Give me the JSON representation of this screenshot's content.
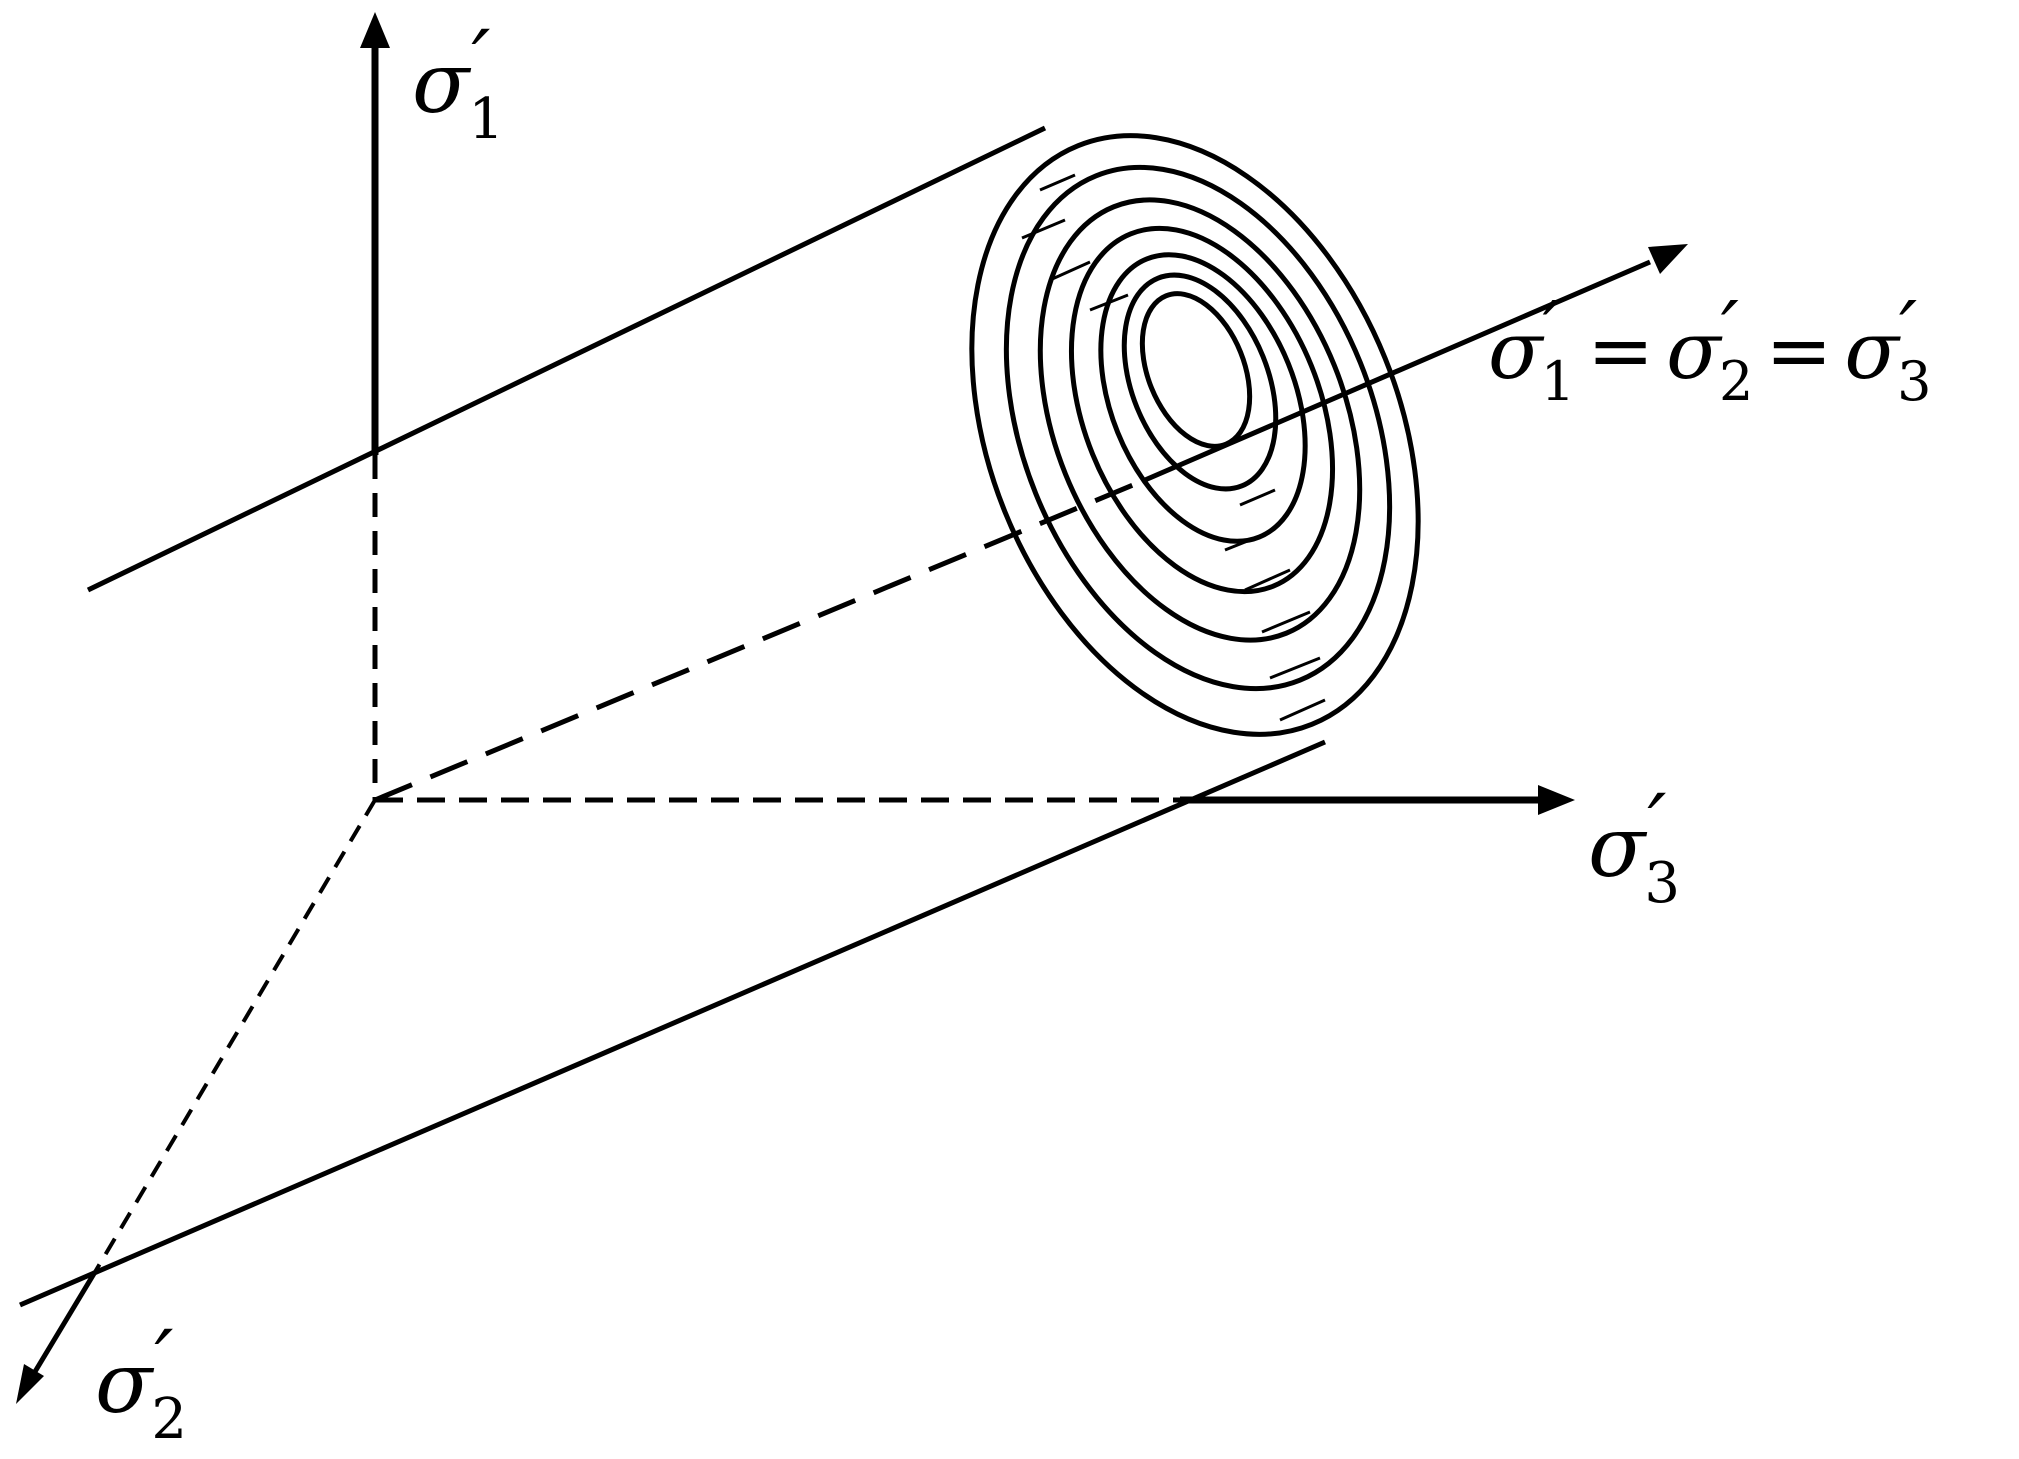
{
  "axes": {
    "sigma1": {
      "symbol": "σ",
      "prime": "′",
      "sub": "1"
    },
    "sigma2": {
      "symbol": "σ",
      "prime": "′",
      "sub": "2"
    },
    "sigma3": {
      "symbol": "σ",
      "prime": "′",
      "sub": "3"
    }
  },
  "hydrostatic_axis": {
    "symbol": "σ",
    "prime": "′",
    "sub1": "1",
    "sub2": "2",
    "sub3": "3",
    "equals": "="
  },
  "colors": {
    "ink": "#000000",
    "background": "#ffffff"
  }
}
